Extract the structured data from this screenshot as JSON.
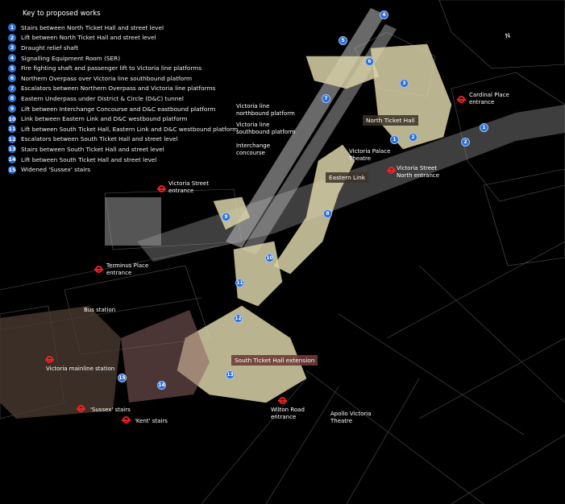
{
  "key": {
    "title": "Key to proposed works",
    "items": [
      {
        "num": "1",
        "label": "Stairs between North Ticket Hall and street level"
      },
      {
        "num": "2",
        "label": "Lift between North Ticket Hall and street level"
      },
      {
        "num": "3",
        "label": "Draught relief shaft"
      },
      {
        "num": "4",
        "label": "Signalling Equipment Room (SER)"
      },
      {
        "num": "5",
        "label": "Fire fighting shaft and passenger lift to Victoria line platforms"
      },
      {
        "num": "6",
        "label": "Northern Overpass over Victoria line southbound platform"
      },
      {
        "num": "7",
        "label": "Escalators between Northern Overpass and Victoria line platforms"
      },
      {
        "num": "8",
        "label": "Eastern Underpass under District & Circle (D&C) tunnel"
      },
      {
        "num": "9",
        "label": "Lift between Interchange Concourse and D&C eastbound platform"
      },
      {
        "num": "10",
        "label": "Link between Eastern Link and D&C westbound platform"
      },
      {
        "num": "11",
        "label": "Lift between South Ticket Hall, Eastern Link and D&C westbound platform"
      },
      {
        "num": "12",
        "label": "Escalators between South Ticket Hall and street level"
      },
      {
        "num": "13",
        "label": "Stairs between South Ticket Hall and street level"
      },
      {
        "num": "14",
        "label": "Lift between South Ticket Hall and street level"
      },
      {
        "num": "15",
        "label": "Widened 'Sussex' stairs"
      }
    ]
  },
  "labels": {
    "vl_northbound": "Victoria line\nnorthbound platform",
    "vl_southbound": "Victoria line\nsouthbound platform",
    "interchange": "Interchange\nconcourse",
    "north_ticket_hall": "North Ticket Hall",
    "cardinal_place": "Cardinal Place\nentrance",
    "victoria_palace": "Victoria Palace\nTheatre",
    "victoria_street_north": "Victoria Street\nNorth entrance",
    "eastern_link": "Eastern Link",
    "victoria_street": "Victoria Street\nentrance",
    "terminus_place": "Terminus Place\nentrance",
    "bus_station": "Bus station",
    "mainline": "Victoria mainline station",
    "south_ticket_hall_ext": "South Ticket Hall extension",
    "wilton_road": "Wilton Road\nentrance",
    "apollo": "Apollo Victoria\nTheatre",
    "sussex_stairs": "'Sussex' stairs",
    "kent_stairs": "'Kent' stairs",
    "north_arrow": "N"
  },
  "colors": {
    "badge": "#2d6fd0",
    "structure": "#d9d2a8",
    "underground": "#e0001b",
    "south_hall_zone": "#8a6060"
  }
}
